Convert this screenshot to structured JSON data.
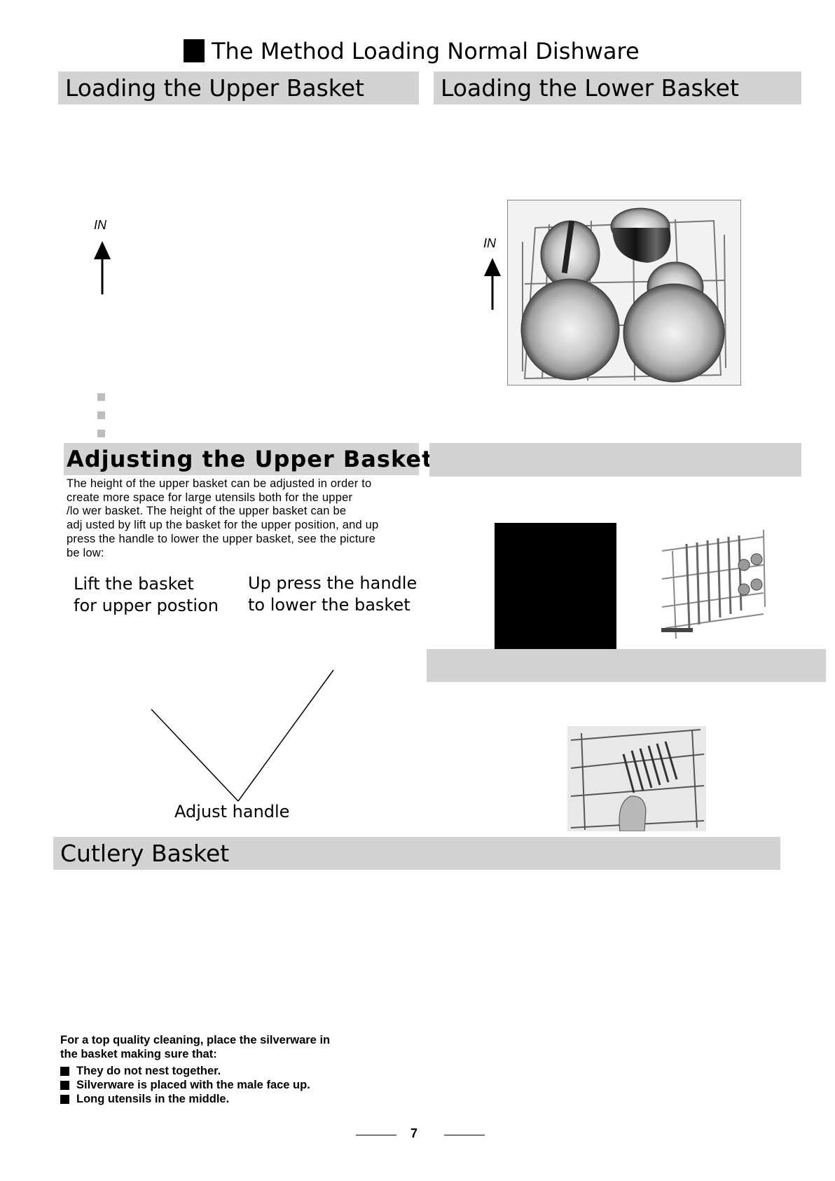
{
  "page": {
    "title": "The Method Loading Normal Dishware",
    "number": "7"
  },
  "upper_basket": {
    "heading": "Loading the Upper Basket",
    "arrow_label": "IN"
  },
  "lower_basket": {
    "heading": "Loading the Lower Basket",
    "arrow_label": "IN"
  },
  "adjusting": {
    "heading": "Adjusting the Upper Basket",
    "lines": [
      "The height of the upper basket can be adjusted in order to",
      "create more space for large utensils both for the upper",
      "/lo wer basket. The height of  the upper basket can be",
      "adj usted  by lift up the basket for the upper position, and up",
      "press the handle to lower the upper basket, see the picture",
      "be low:"
    ],
    "caption_left": [
      "Lift the basket",
      "for upper postion"
    ],
    "caption_right": [
      "Up press the handle",
      "to lower the basket"
    ],
    "handle_label": "Adjust handle"
  },
  "cutlery": {
    "heading": "Cutlery Basket",
    "intro": [
      "For a  top quality cleaning, place the silverware in",
      "the basket making sure that:"
    ],
    "bullets": [
      "They do not nest together.",
      "Silverware is placed  with the male face up.",
      "Long utensils in the middle."
    ]
  }
}
